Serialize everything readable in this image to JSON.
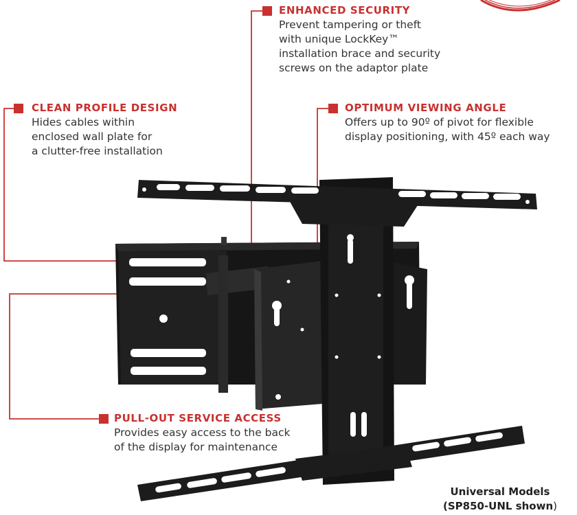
{
  "callouts": {
    "security": {
      "title": "ENHANCED SECURITY",
      "lines": [
        "Prevent tampering or theft",
        "with unique LockKey™",
        "installation brace and security",
        "screws on the adaptor plate"
      ]
    },
    "profile": {
      "title": "CLEAN PROFILE DESIGN",
      "lines": [
        "Hides cables within",
        "enclosed wall plate for",
        "a clutter-free installation"
      ]
    },
    "viewing": {
      "title": "OPTIMUM VIEWING ANGLE",
      "lines": [
        "Offers up to 90º of pivot for flexible",
        "display positioning, with 45º each way"
      ]
    },
    "service": {
      "title": "PULL-OUT SERVICE ACCESS",
      "lines": [
        "Provides easy access to the back",
        "of the display for maintenance"
      ]
    }
  },
  "caption": {
    "line1": "Universal Models",
    "line2_prefix": "(SP850-UNL shown",
    "line2_suffix": ")"
  },
  "colors": {
    "accent": "#c8312f",
    "mount": "#1e1e1e",
    "text": "#333333"
  }
}
